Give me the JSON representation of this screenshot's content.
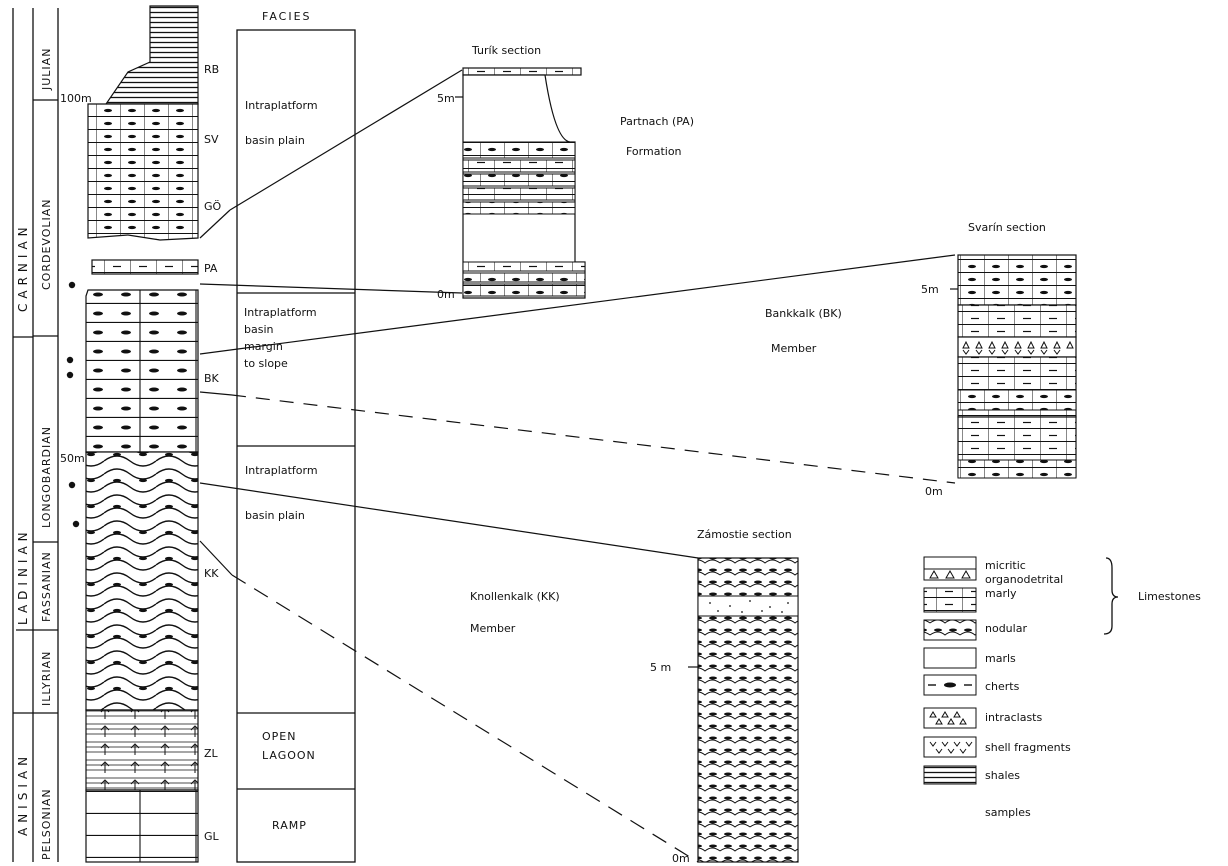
{
  "stratigraphy": {
    "stages": [
      "CARNIAN",
      "LADINIAN",
      "ANISIAN"
    ],
    "substages": [
      "JULIAN",
      "CORDEVOLIAN",
      "LONGOBARDIAN",
      "FASSANIAN",
      "ILLYRIAN",
      "PELSONIAN"
    ],
    "units": [
      "RB",
      "SV",
      "GÖ",
      "PA",
      "BK",
      "KK",
      "ZL",
      "GL"
    ],
    "height_marks": [
      "100m",
      "50m"
    ]
  },
  "facies": {
    "header": "FACIES",
    "zones": [
      [
        "Intraplatform",
        "basin plain"
      ],
      [
        "Intraplatform",
        "basin",
        "margin",
        "to slope"
      ],
      [
        "Intraplatform",
        "basin plain"
      ],
      [
        "OPEN",
        "LAGOON"
      ],
      [
        "RAMP"
      ]
    ]
  },
  "sections": {
    "turik": {
      "title": "Turík section",
      "marks": [
        "5m",
        "0m"
      ]
    },
    "svarin": {
      "title": "Svarín section",
      "marks": [
        "5m",
        "0m"
      ]
    },
    "zamostie": {
      "title": "Zámostie section",
      "marks": [
        "5 m",
        "0m"
      ]
    }
  },
  "formations": {
    "partnach": [
      "Partnach (PA)",
      "Formation"
    ],
    "bankkalk": [
      "Bankkalk (BK)",
      "Member"
    ],
    "knollenkalk": [
      "Knollenkalk (KK)",
      "Member"
    ]
  },
  "legend": {
    "items": [
      "micritic",
      "organodetrital",
      "marly",
      "nodular",
      "marls",
      "cherts",
      "intraclasts",
      "shell fragments",
      "shales",
      "samples"
    ],
    "group_label": "Limestones"
  }
}
